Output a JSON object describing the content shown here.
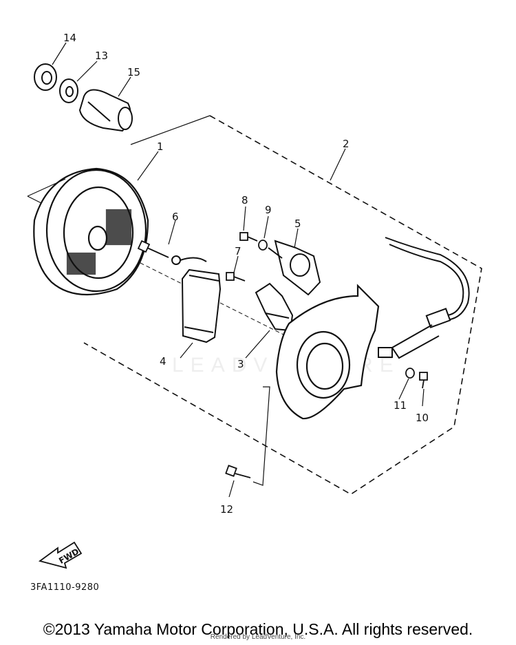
{
  "diagram": {
    "callouts": [
      {
        "id": "c1",
        "label": "1"
      },
      {
        "id": "c2",
        "label": "2"
      },
      {
        "id": "c3",
        "label": "3"
      },
      {
        "id": "c4",
        "label": "4"
      },
      {
        "id": "c5",
        "label": "5"
      },
      {
        "id": "c6",
        "label": "6"
      },
      {
        "id": "c7",
        "label": "7"
      },
      {
        "id": "c8",
        "label": "8"
      },
      {
        "id": "c9",
        "label": "9"
      },
      {
        "id": "c10",
        "label": "10"
      },
      {
        "id": "c11",
        "label": "11"
      },
      {
        "id": "c12",
        "label": "12"
      },
      {
        "id": "c13",
        "label": "13"
      },
      {
        "id": "c14",
        "label": "14"
      },
      {
        "id": "c15",
        "label": "15"
      }
    ],
    "fwd_label": "FWD",
    "drawing_code": "3FA1110-9280",
    "watermark": "LEADVENTURE"
  },
  "footer": {
    "copyright": "©2013 Yamaha Motor Corporation, U.S.A. All rights reserved.",
    "rendered_by": "Rendered by LeadVenture, Inc."
  }
}
